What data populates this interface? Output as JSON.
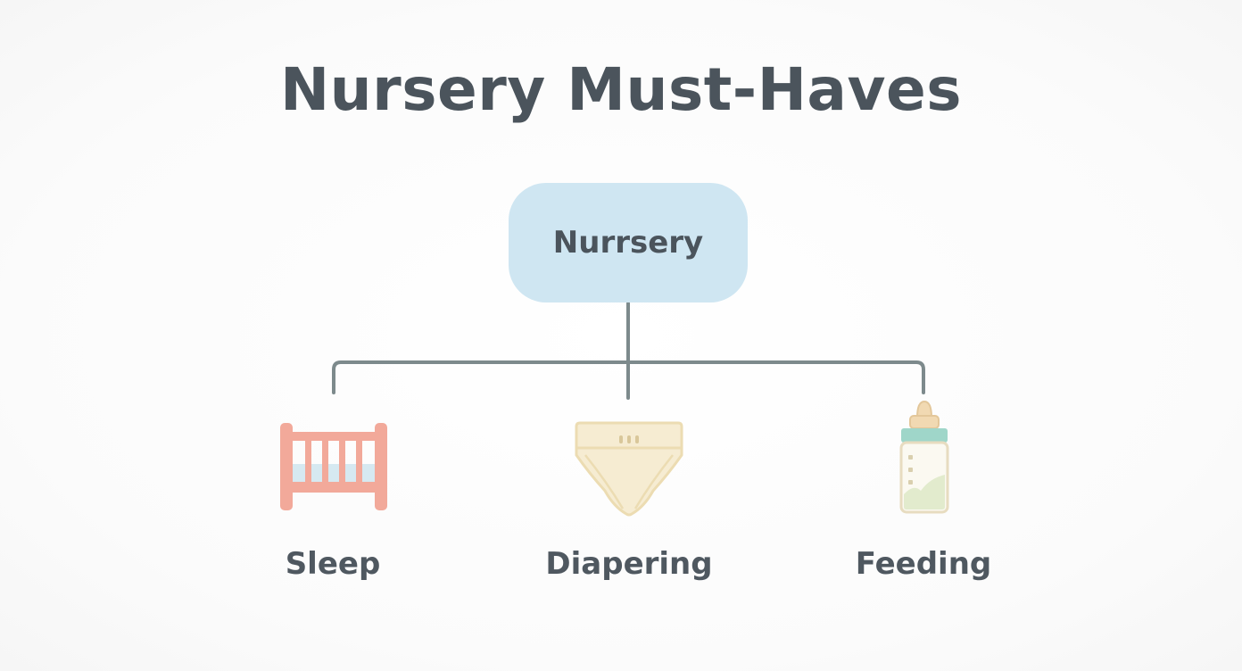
{
  "diagram": {
    "title": "Nursery Must-Haves",
    "root": "Nurrsery",
    "branches": [
      {
        "label": "Sleep",
        "icon": "crib-icon"
      },
      {
        "label": "Diapering",
        "icon": "diaper-icon"
      },
      {
        "label": "Feeding",
        "icon": "baby-bottle-icon"
      }
    ]
  },
  "colors": {
    "text": "#4b545c",
    "root_fill": "#cfe6f2",
    "connector": "#7d8a8c",
    "crib": "#f2a99a",
    "diaper": "#f3e7c6",
    "bottle_cap": "#9fd6c9",
    "bottle_milk": "#e2ebcd"
  }
}
